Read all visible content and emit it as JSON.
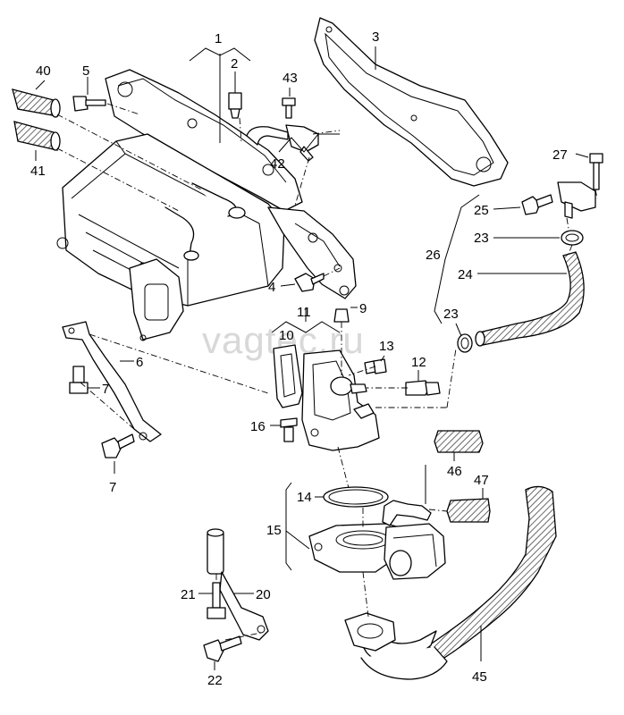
{
  "watermark": "vagtec.ru",
  "callouts": {
    "c1": "1",
    "c2": "2",
    "c3": "3",
    "c4": "4",
    "c5": "5",
    "c6": "6",
    "c7a": "7",
    "c7b": "7",
    "c9": "9",
    "c10": "10",
    "c11": "11",
    "c12": "12",
    "c13": "13",
    "c14": "14",
    "c15": "15",
    "c16": "16",
    "c20": "20",
    "c21": "21",
    "c22": "22",
    "c23a": "23",
    "c23b": "23",
    "c24": "24",
    "c25": "25",
    "c26": "26",
    "c27": "27",
    "c40": "40",
    "c41": "41",
    "c42": "42",
    "c43": "43",
    "c45": "45",
    "c46": "46",
    "c47": "47"
  }
}
